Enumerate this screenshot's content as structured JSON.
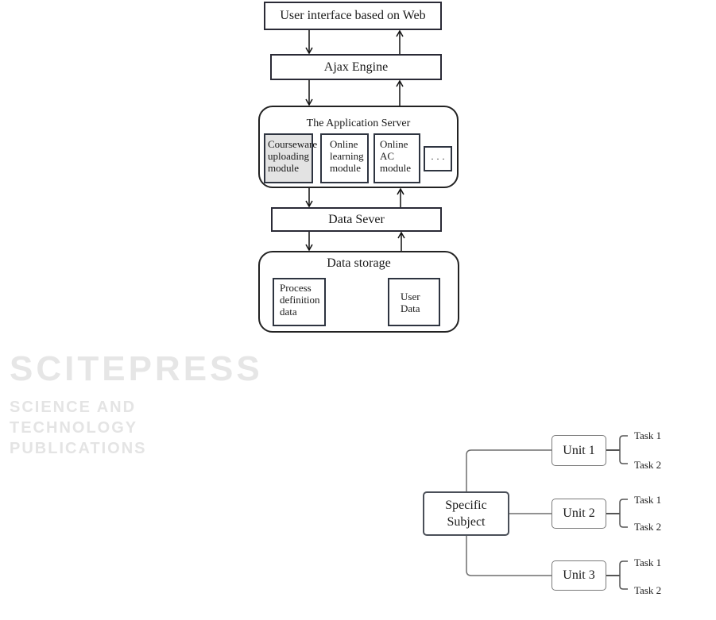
{
  "watermark": {
    "main": "SCITEPRESS",
    "sub": "SCIENCE AND TECHNOLOGY PUBLICATIONS"
  },
  "architecture": {
    "ui_layer": "User interface based on Web",
    "ajax_engine": "Ajax Engine",
    "app_server": {
      "title": "The Application Server",
      "modules": [
        {
          "lines": [
            "Courseware",
            "uploading",
            "module"
          ],
          "highlighted": true
        },
        {
          "lines": [
            "Online",
            "learning",
            "module"
          ],
          "highlighted": false
        },
        {
          "lines": [
            "Online",
            "AC",
            "module"
          ],
          "highlighted": false
        },
        {
          "lines": [
            "· · ·"
          ],
          "highlighted": false
        }
      ]
    },
    "data_server": "Data Sever",
    "data_storage": {
      "title": "Data storage",
      "items": [
        {
          "lines": [
            "Process",
            "definition",
            "data"
          ]
        },
        {
          "lines": [
            "User",
            "Data"
          ]
        }
      ]
    }
  },
  "tree": {
    "root": [
      "Specific",
      "Subject"
    ],
    "units": [
      {
        "label": "Unit 1",
        "tasks": [
          "Task 1",
          "Task 2"
        ]
      },
      {
        "label": "Unit 2",
        "tasks": [
          "Task 1",
          "Task 2"
        ]
      },
      {
        "label": "Unit 3",
        "tasks": [
          "Task 1",
          "Task 2"
        ]
      }
    ]
  },
  "colors": {
    "line": "#222222",
    "tree_line": "#6e6e6e",
    "module_fill": "#e3e3e3",
    "watermark": "#ececec"
  }
}
